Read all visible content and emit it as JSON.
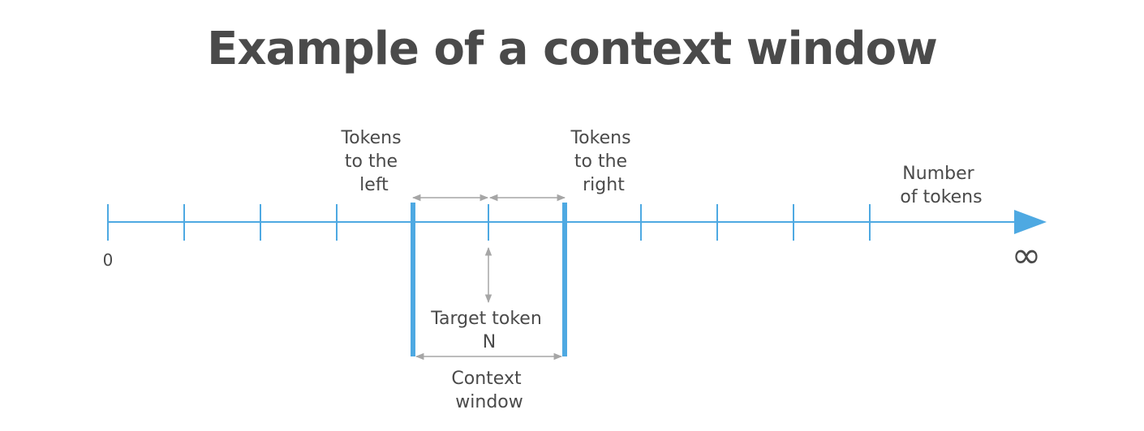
{
  "title": "Example of a context window",
  "labels": {
    "left_tokens": [
      "Tokens",
      "to the",
      "left"
    ],
    "right_tokens": [
      "Tokens",
      "to the",
      "right"
    ],
    "number_of_tokens": [
      "Number",
      "of tokens"
    ],
    "target_token": [
      "Target token",
      "N"
    ],
    "context_window": [
      "Context",
      "window"
    ],
    "origin": "0",
    "infinity": "∞"
  },
  "colors": {
    "axis": "#4ea9e2",
    "title_text": "#4a4a4a",
    "label_text": "#4a4a4a",
    "arrow_gray": "#a6a6a6"
  },
  "icons": {
    "axis_end": "triangle-arrow-icon",
    "infinity": "infinity-icon"
  }
}
